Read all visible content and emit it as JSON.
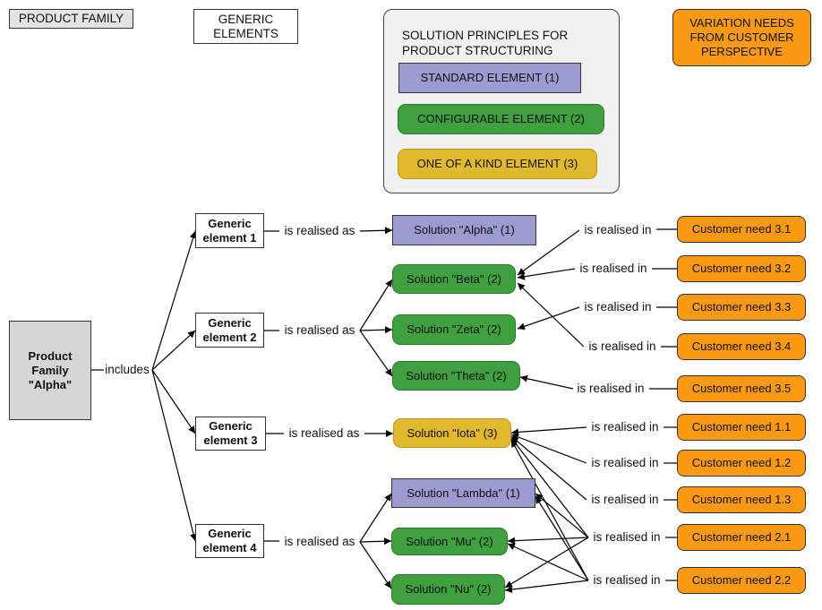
{
  "legend": {
    "product_family": "PRODUCT FAMILY",
    "generic_elements": "GENERIC\nELEMENTS",
    "solution_principles": "SOLUTION PRINCIPLES FOR\nPRODUCT STRUCTURING",
    "standard": "STANDARD ELEMENT (1)",
    "configurable": "CONFIGURABLE ELEMENT (2)",
    "one_of_a_kind": "ONE OF A KIND ELEMENT (3)",
    "variation_needs": "VARIATION NEEDS\nFROM CUSTOMER\nPERSPECTIVE"
  },
  "colors": {
    "standard": "#9b9bd1",
    "configurable": "#3fa03f",
    "one_of_a_kind": "#e0ba2c",
    "customer_need": "#fb9a12",
    "product_family": "#d6d6d6"
  },
  "product": {
    "label": "Product\nFamily\n\"Alpha\""
  },
  "relations": {
    "includes": "includes",
    "realised_as": "is realised as",
    "realised_in": "is realised in"
  },
  "generic_elements": [
    {
      "id": "g1",
      "label": "Generic\nelement 1"
    },
    {
      "id": "g2",
      "label": "Generic\nelement 2"
    },
    {
      "id": "g3",
      "label": "Generic\nelement 3"
    },
    {
      "id": "g4",
      "label": "Generic\nelement 4"
    }
  ],
  "solutions": [
    {
      "id": "alpha",
      "label": "Solution \"Alpha\" (1)",
      "kind": "standard",
      "realises": "g1"
    },
    {
      "id": "beta",
      "label": "Solution \"Beta\" (2)",
      "kind": "configurable",
      "realises": "g2"
    },
    {
      "id": "zeta",
      "label": "Solution \"Zeta\" (2)",
      "kind": "configurable",
      "realises": "g2"
    },
    {
      "id": "theta",
      "label": "Solution \"Theta\" (2)",
      "kind": "configurable",
      "realises": "g2"
    },
    {
      "id": "iota",
      "label": "Solution \"Iota\" (3)",
      "kind": "one_of_a_kind",
      "realises": "g3"
    },
    {
      "id": "lambda",
      "label": "Solution \"Lambda\" (1)",
      "kind": "standard",
      "realises": "g4"
    },
    {
      "id": "mu",
      "label": "Solution \"Mu\" (2)",
      "kind": "configurable",
      "realises": "g4"
    },
    {
      "id": "nu",
      "label": "Solution \"Nu\" (2)",
      "kind": "configurable",
      "realises": "g4"
    }
  ],
  "customer_needs": [
    {
      "id": "n31",
      "label": "Customer need 3.1",
      "realised_in": [
        "beta"
      ]
    },
    {
      "id": "n32",
      "label": "Customer need 3.2",
      "realised_in": [
        "beta"
      ]
    },
    {
      "id": "n33",
      "label": "Customer need 3.3",
      "realised_in": [
        "zeta"
      ]
    },
    {
      "id": "n34",
      "label": "Customer need 3.4",
      "realised_in": [
        "beta"
      ]
    },
    {
      "id": "n35",
      "label": "Customer need 3.5",
      "realised_in": [
        "theta"
      ]
    },
    {
      "id": "n11",
      "label": "Customer need 1.1",
      "realised_in": [
        "iota"
      ]
    },
    {
      "id": "n12",
      "label": "Customer need 1.2",
      "realised_in": [
        "iota"
      ]
    },
    {
      "id": "n13",
      "label": "Customer need 1.3",
      "realised_in": [
        "iota"
      ]
    },
    {
      "id": "n21",
      "label": "Customer need 2.1",
      "realised_in": [
        "iota",
        "lambda",
        "mu",
        "nu"
      ]
    },
    {
      "id": "n22",
      "label": "Customer need 2.2",
      "realised_in": [
        "iota",
        "lambda",
        "mu",
        "nu"
      ]
    }
  ]
}
